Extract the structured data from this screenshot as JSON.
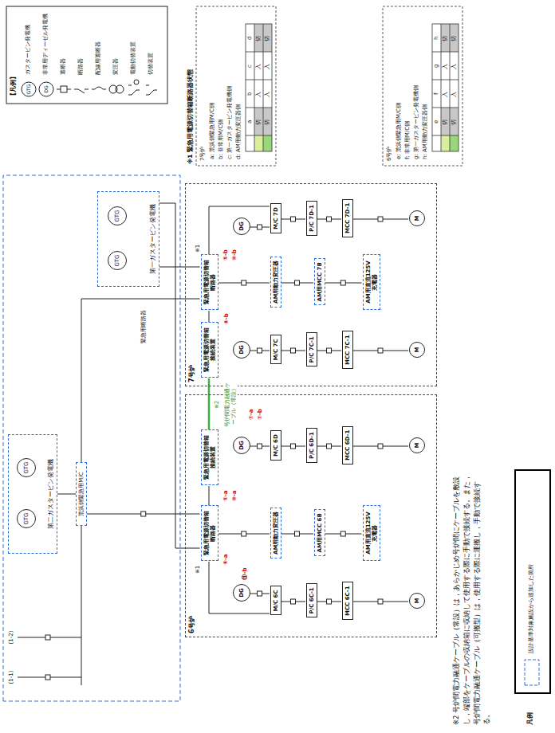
{
  "diagram": {
    "nodes": [
      {
        "text": [
          "第二ガスタービン発電機"
        ]
      },
      {
        "text": [
          "GTG"
        ],
        "in": 0
      },
      {
        "text": [
          "GTG"
        ],
        "in": 0
      },
      {
        "text": [
          "荒浜側緊急用M/C"
        ]
      },
      {
        "text": [
          "第一ガスタービン発電機"
        ]
      },
      {
        "text": [
          "GTG"
        ],
        "in": 4
      },
      {
        "text": [
          "GTG"
        ],
        "in": 4
      },
      {
        "text": [
          "7号炉"
        ]
      },
      {
        "text": [
          "緊急用電源切替箱接続装置"
        ],
        "in": 7
      },
      {
        "text": [
          "緊急用電源切替箱断路器"
        ],
        "in": 7
      },
      {
        "text": [
          "DG"
        ],
        "in": 7
      },
      {
        "text": [
          "DG"
        ],
        "in": 7
      },
      {
        "text": [
          "M/C 7C"
        ],
        "in": 7
      },
      {
        "text": [
          "AM用動力変圧器"
        ],
        "in": 7
      },
      {
        "text": [
          "M/C 7D"
        ],
        "in": 7
      },
      {
        "text": [
          "P/C 7C-1"
        ],
        "in": 7
      },
      {
        "text": [
          "AM用MCC 7B"
        ],
        "in": 7
      },
      {
        "text": [
          "P/C 7D-1"
        ],
        "in": 7
      },
      {
        "text": [
          "MCC 7C-1"
        ],
        "in": 7
      },
      {
        "text": [
          "MCC 7D-1"
        ],
        "in": 7
      },
      {
        "text": [
          "AM用直流125V充電器"
        ],
        "in": 7
      },
      {
        "text": [
          "M"
        ],
        "in": 7
      },
      {
        "text": [
          "M"
        ],
        "in": 7
      },
      {
        "text": [
          "6号炉"
        ]
      },
      {
        "text": [
          "緊急用電源切替箱断路器"
        ],
        "in": 23
      },
      {
        "text": [
          "緊急用電源切替箱接続装置"
        ],
        "in": 23
      },
      {
        "text": [
          "DG"
        ],
        "in": 23
      },
      {
        "text": [
          "DG"
        ],
        "in": 23
      },
      {
        "text": [
          "M/C 6C"
        ],
        "in": 23
      },
      {
        "text": [
          "AM用動力変圧器"
        ],
        "in": 23
      },
      {
        "text": [
          "M/C 6D"
        ],
        "in": 23
      },
      {
        "text": [
          "P/C 6C-1"
        ],
        "in": 23
      },
      {
        "text": [
          "AM用MCC 6B"
        ],
        "in": 23
      },
      {
        "text": [
          "P/C 6D-1"
        ],
        "in": 23
      },
      {
        "text": [
          "MCC 6C-1"
        ],
        "in": 23
      },
      {
        "text": [
          "MCC 6D-1"
        ],
        "in": 23
      },
      {
        "text": [
          "AM用直流125V充電器"
        ],
        "in": 23
      },
      {
        "text": [
          "M"
        ],
        "in": 23
      },
      {
        "text": [
          "M"
        ],
        "in": 23
      }
    ],
    "edges": [
      {
        "from": 0,
        "to": 3,
        "arrow": "none"
      },
      {
        "from": 3,
        "to": 9,
        "arrow": "none"
      },
      {
        "from": 3,
        "to": 24,
        "arrow": "none"
      },
      {
        "from": 4,
        "to": 9,
        "arrow": "none"
      },
      {
        "from": 4,
        "to": 24,
        "arrow": "none"
      },
      {
        "from": 25,
        "to": 8,
        "label": "号炉間電力融通ケーブル（常設）",
        "arrow": "none"
      },
      {
        "from": 8,
        "to": 9,
        "arrow": "none"
      },
      {
        "from": 25,
        "to": 24,
        "arrow": "none"
      },
      {
        "from": 10,
        "to": 12,
        "arrow": "none"
      },
      {
        "from": 9,
        "to": 14,
        "arrow": "none"
      },
      {
        "from": 9,
        "to": 13,
        "arrow": "none"
      },
      {
        "from": 11,
        "to": 14,
        "arrow": "none"
      },
      {
        "from": 12,
        "to": 15,
        "arrow": "none"
      },
      {
        "from": 13,
        "to": 16,
        "arrow": "none"
      },
      {
        "from": 14,
        "to": 17,
        "arrow": "none"
      },
      {
        "from": 15,
        "to": 18,
        "arrow": "none"
      },
      {
        "from": 16,
        "to": 20,
        "arrow": "none"
      },
      {
        "from": 17,
        "to": 19,
        "arrow": "none"
      },
      {
        "from": 18,
        "to": 21,
        "arrow": "none"
      },
      {
        "from": 19,
        "to": 22,
        "arrow": "none"
      },
      {
        "from": 26,
        "to": 28,
        "arrow": "none"
      },
      {
        "from": 24,
        "to": 28,
        "arrow": "none"
      },
      {
        "from": 24,
        "to": 29,
        "arrow": "none"
      },
      {
        "from": 27,
        "to": 30,
        "arrow": "none"
      },
      {
        "from": 28,
        "to": 31,
        "arrow": "none"
      },
      {
        "from": 29,
        "to": 32,
        "arrow": "none"
      },
      {
        "from": 30,
        "to": 33,
        "arrow": "none"
      },
      {
        "from": 31,
        "to": 34,
        "arrow": "none"
      },
      {
        "from": 32,
        "to": 36,
        "arrow": "none"
      },
      {
        "from": 33,
        "to": 35,
        "arrow": "none"
      },
      {
        "from": 34,
        "to": 37,
        "arrow": "none"
      },
      {
        "from": 35,
        "to": 38,
        "arrow": "none"
      }
    ],
    "labels": [
      "(1-1)",
      "(1-2)",
      "緊急用断路器",
      "※2",
      "⑧-b",
      "⑤-b",
      "⑩-b",
      "⑦-a",
      "⑦-b",
      "⑧-a",
      "⑤-a",
      "⑩-a",
      "⑪-b",
      "【凡例】",
      "GTG",
      "DG",
      "※1 緊急用電源切替箱断路器状態",
      "7号炉",
      "a: 荒浜側緊急用M/C側",
      "b: 非常用M/C側",
      "c: 第一ガスタービン発電機側",
      "d: AM用動力変圧器側",
      "a",
      "b",
      "c",
      "d",
      "切",
      "入",
      "入",
      "切",
      "切",
      "入",
      "入",
      "切",
      "6号炉",
      "e: 荒浜側緊急用M/C側",
      "f: 非常用M/C側",
      "g: 第一ガスタービン発電機側",
      "h: AM用動力変圧器側",
      "e",
      "f",
      "g",
      "h",
      "切",
      "入",
      "入",
      "切",
      "切",
      "入",
      "入",
      "切",
      "※2 号炉間電力融通ケーブル（常設）は，あらかじめ号炉間にケーブルを敷設し，端部をケーブルの収納箱に収納して使用する際に手動で接続する。また，号炉間電力融通ケーブル（可搬型）は，使用する際に運搬し，手動で接続する。",
      "凡例",
      "※1",
      "※1"
    ],
    "legend": [
      {
        "text": "ガスタービン発電機"
      },
      {
        "text": "非常用ディーゼル発電機"
      },
      {
        "text": "遮断器"
      },
      {
        "text": "断路器"
      },
      {
        "text": "配線用遮断器"
      },
      {
        "text": "変圧器"
      },
      {
        "text": "電動切替装置"
      },
      {
        "text": "切替装置"
      },
      {
        "text": "設計基準対象施設から追加した箇所"
      }
    ]
  }
}
